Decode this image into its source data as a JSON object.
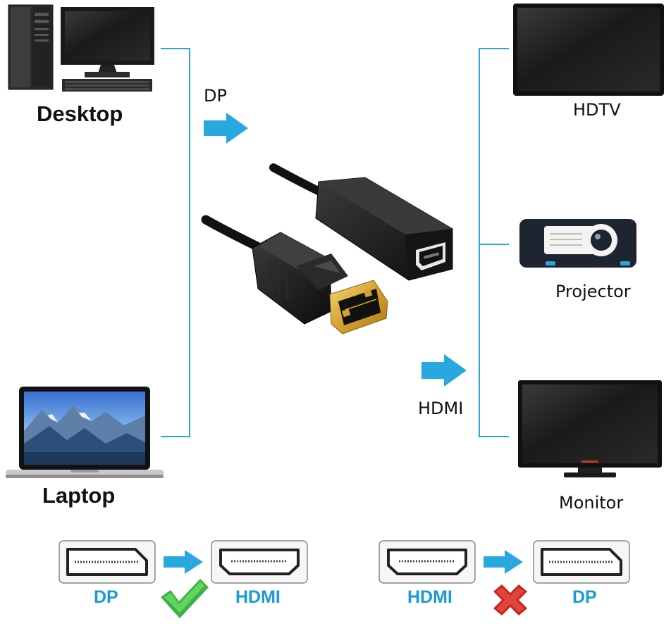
{
  "sources": {
    "desktop": "Desktop",
    "laptop": "Laptop"
  },
  "signals": {
    "input": "DP",
    "output": "HDMI"
  },
  "destinations": {
    "hdtv": "HDTV",
    "projector": "Projector",
    "monitor": "Monitor"
  },
  "compatibility": {
    "supported": {
      "from": "DP",
      "to": "HDMI",
      "status": "check-icon"
    },
    "unsupported": {
      "from": "HDMI",
      "to": "DP",
      "status": "cross-icon"
    }
  },
  "colors": {
    "accent": "#29a8e0",
    "line": "#2aa6dc",
    "check": "#3cb043",
    "cross": "#c8231b",
    "gold": "#d9a931"
  }
}
